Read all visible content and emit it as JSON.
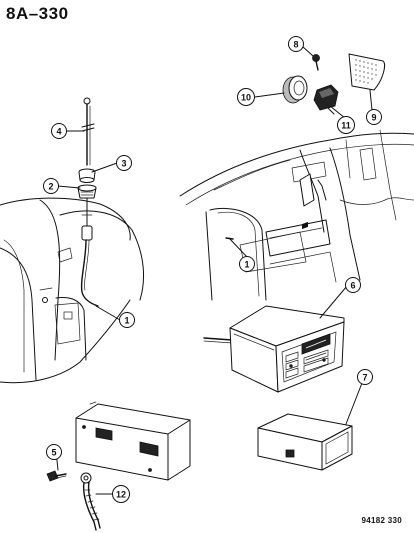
{
  "header": {
    "page_code": "8A–330"
  },
  "footer": {
    "figure_code": "94182 330"
  },
  "callouts": [
    "1",
    "1",
    "2",
    "3",
    "4",
    "5",
    "6",
    "7",
    "8",
    "9",
    "10",
    "11",
    "12"
  ]
}
